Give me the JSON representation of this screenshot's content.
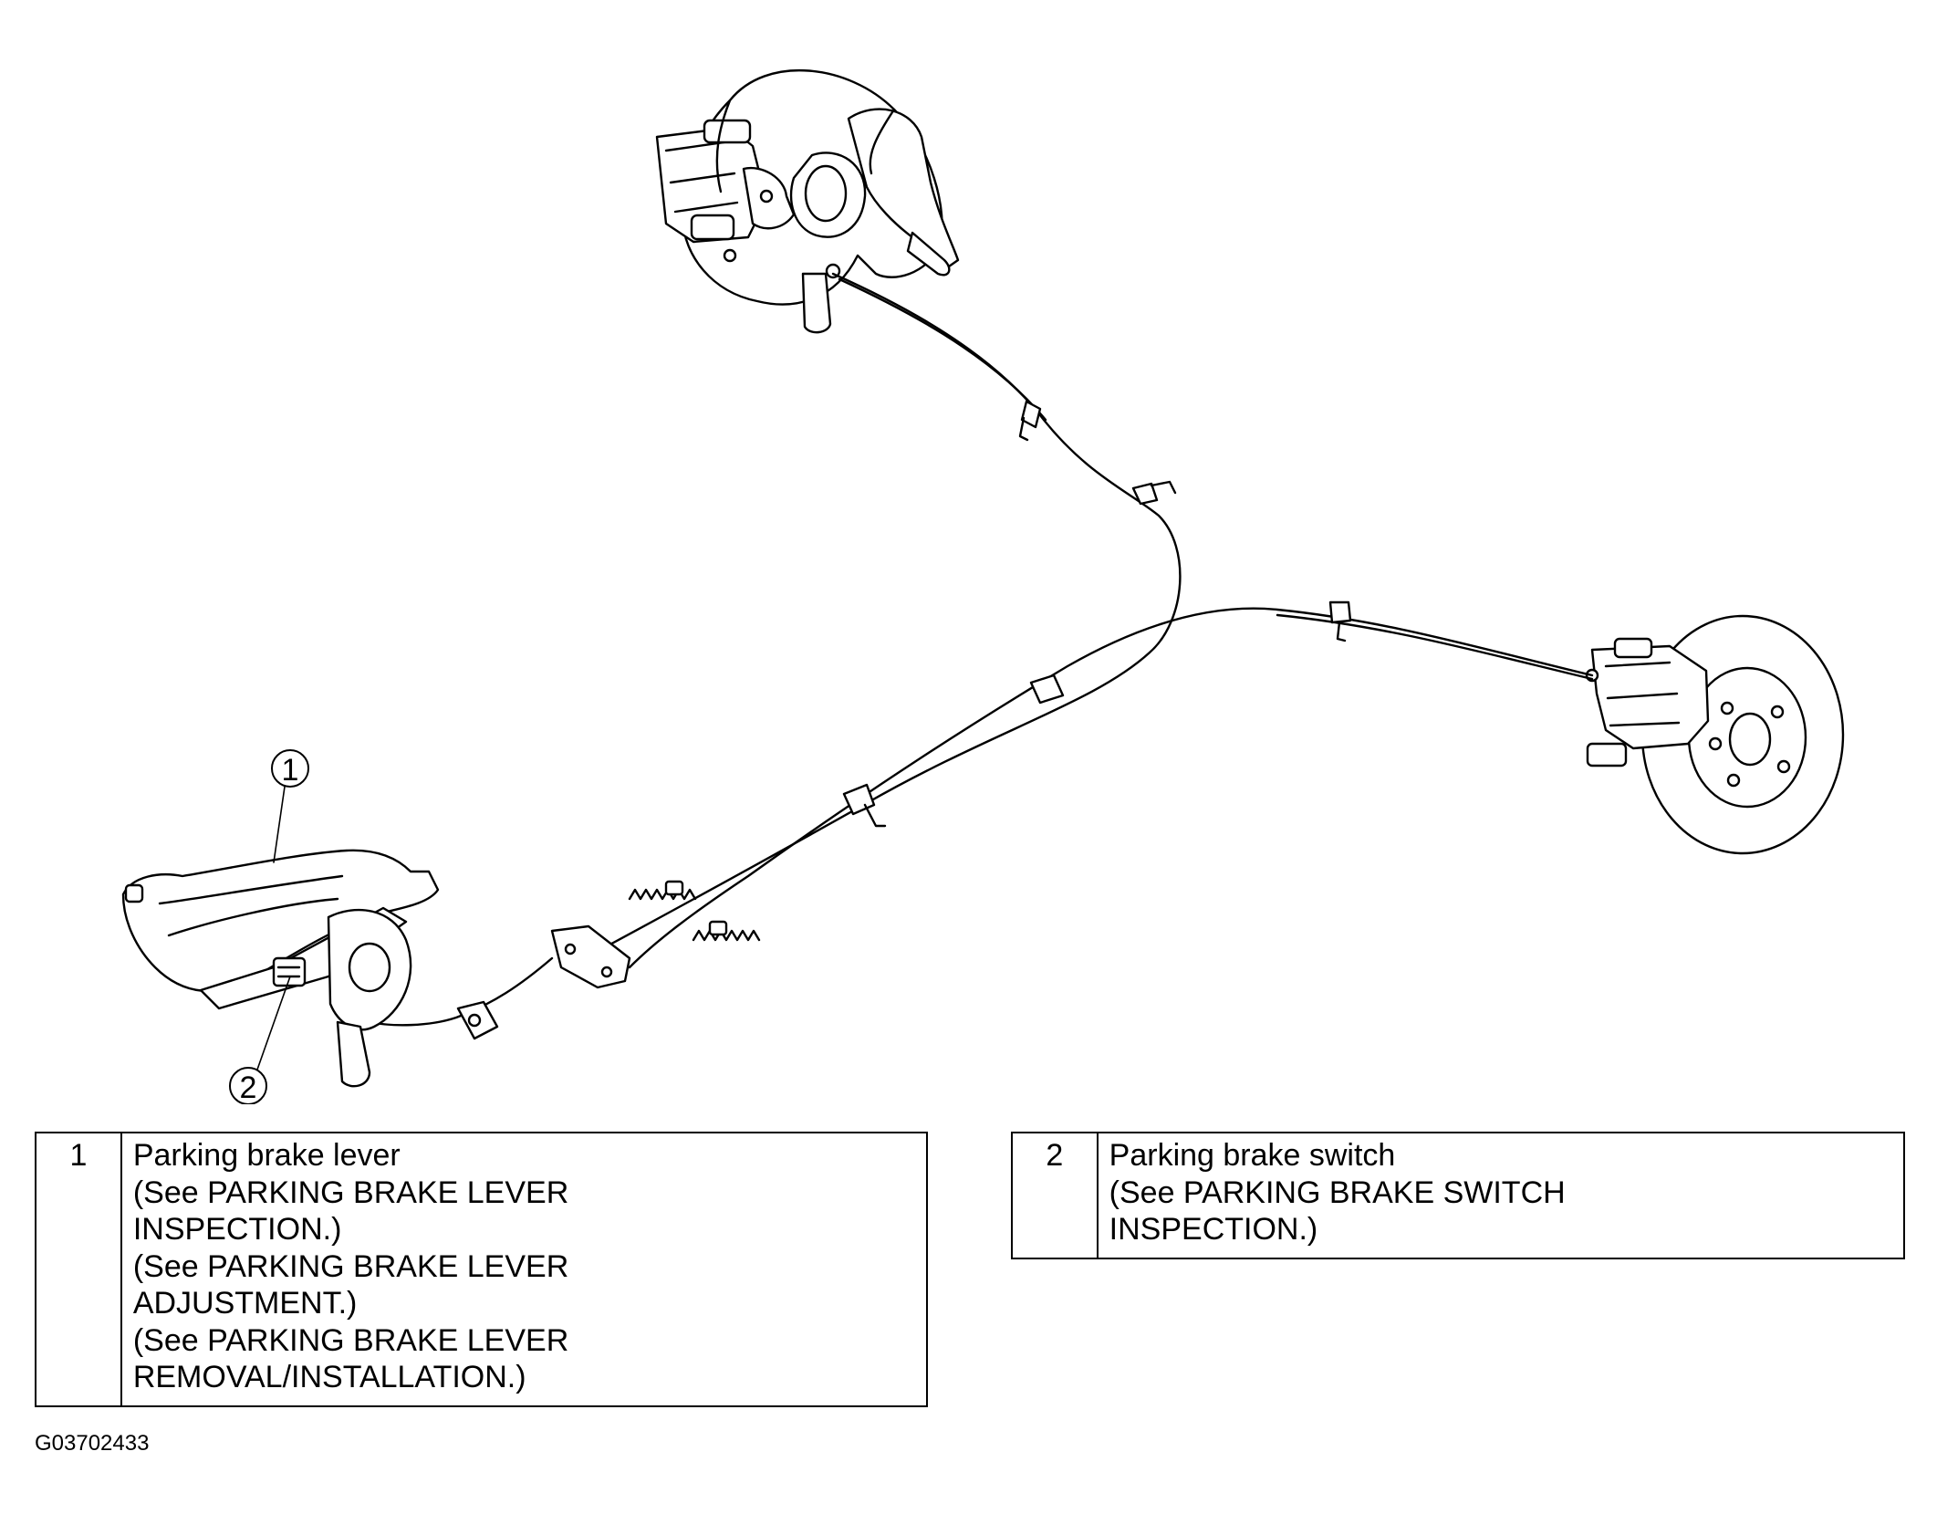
{
  "callouts": [
    {
      "number": "1"
    },
    {
      "number": "2"
    }
  ],
  "legend": [
    {
      "number": "1",
      "lines": [
        "Parking brake lever",
        "(See PARKING BRAKE LEVER",
        "INSPECTION.)",
        "(See PARKING BRAKE LEVER",
        "ADJUSTMENT.)",
        "(See PARKING BRAKE LEVER",
        "REMOVAL/INSTALLATION.)"
      ]
    },
    {
      "number": "2",
      "lines": [
        "Parking brake switch",
        "(See PARKING BRAKE SWITCH",
        "INSPECTION.)"
      ]
    }
  ],
  "figure_id": "G03702433"
}
